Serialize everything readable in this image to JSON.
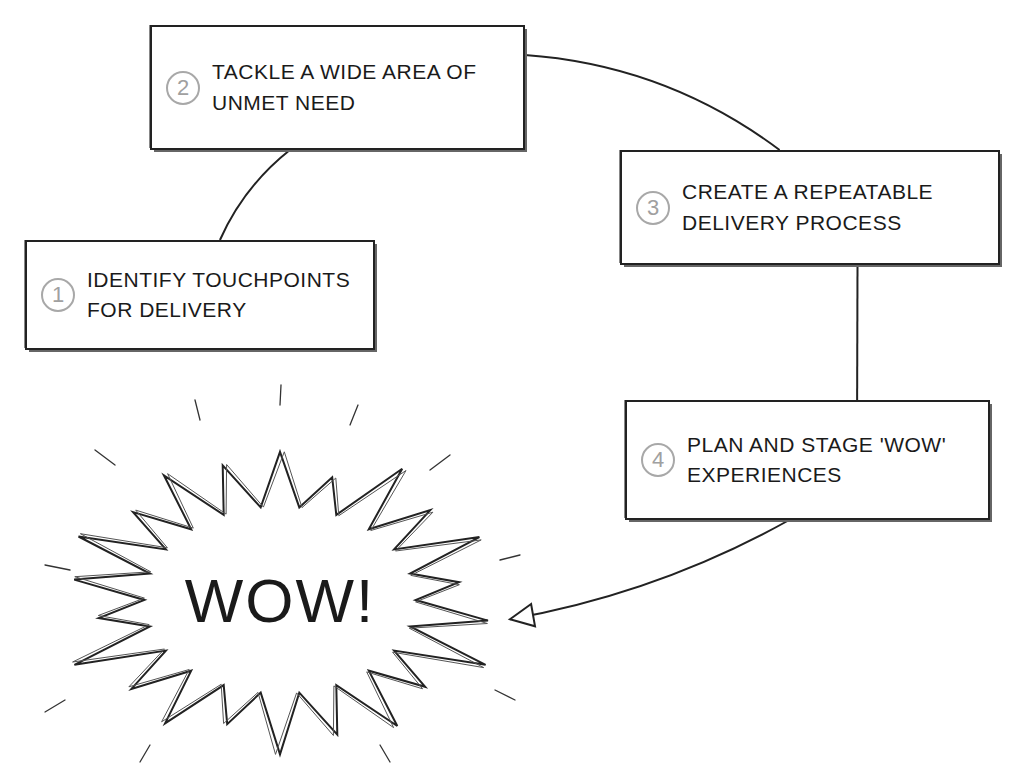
{
  "diagram": {
    "nodes": [
      {
        "text": [
          "1",
          "IDENTIFY TOUCHPOINTS FOR DELIVERY"
        ]
      },
      {
        "text": [
          "2",
          "TACKLE A WIDE AREA OF UNMET NEED"
        ]
      },
      {
        "text": [
          "3",
          "CREATE A REPEATABLE DELIVERY PROCESS"
        ]
      },
      {
        "text": [
          "4",
          "PLAN AND STAGE 'WOW' EXPERIENCES"
        ]
      },
      {
        "text": [
          "WOW!"
        ]
      }
    ],
    "edges": [
      {
        "from": 0,
        "to": 1,
        "arrow": "none"
      },
      {
        "from": 1,
        "to": 2,
        "arrow": "none"
      },
      {
        "from": 2,
        "to": 3,
        "arrow": "none"
      },
      {
        "from": 3,
        "to": 4,
        "arrow": "to"
      }
    ]
  }
}
